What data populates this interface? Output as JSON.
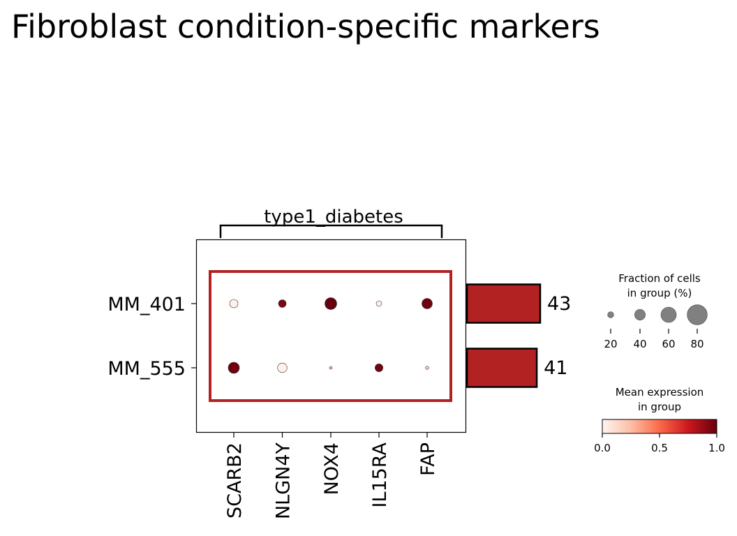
{
  "chart_data": {
    "type": "dotplot",
    "title": "Fibroblast condition-specific markers",
    "group_label": "type1_diabetes",
    "genes": [
      "SCARB2",
      "NLGN4Y",
      "NOX4",
      "IL15RA",
      "FAP"
    ],
    "rows": [
      "MM_401",
      "MM_555"
    ],
    "fraction": [
      [
        30,
        27,
        45,
        18,
        39
      ],
      [
        42,
        35,
        6,
        28,
        8
      ]
    ],
    "mean_expression": [
      [
        0.02,
        0.95,
        1.0,
        0.05,
        0.98
      ],
      [
        0.98,
        0.02,
        0.3,
        0.97,
        0.2
      ]
    ],
    "bar_values": [
      43,
      41
    ],
    "size_legend": {
      "title_lines": [
        "Fraction of cells",
        "in group (%)"
      ],
      "values": [
        20,
        40,
        60,
        80
      ]
    },
    "color_legend": {
      "title_lines": [
        "Mean expression",
        "in group"
      ],
      "ticks": [
        "0.0",
        "0.5",
        "1.0"
      ],
      "range": [
        0,
        1
      ],
      "colormap": "Reds"
    },
    "colors": {
      "bar_fill": "#b22222",
      "highlight_box": "#b22222",
      "size_legend_dot": "#808080"
    }
  }
}
